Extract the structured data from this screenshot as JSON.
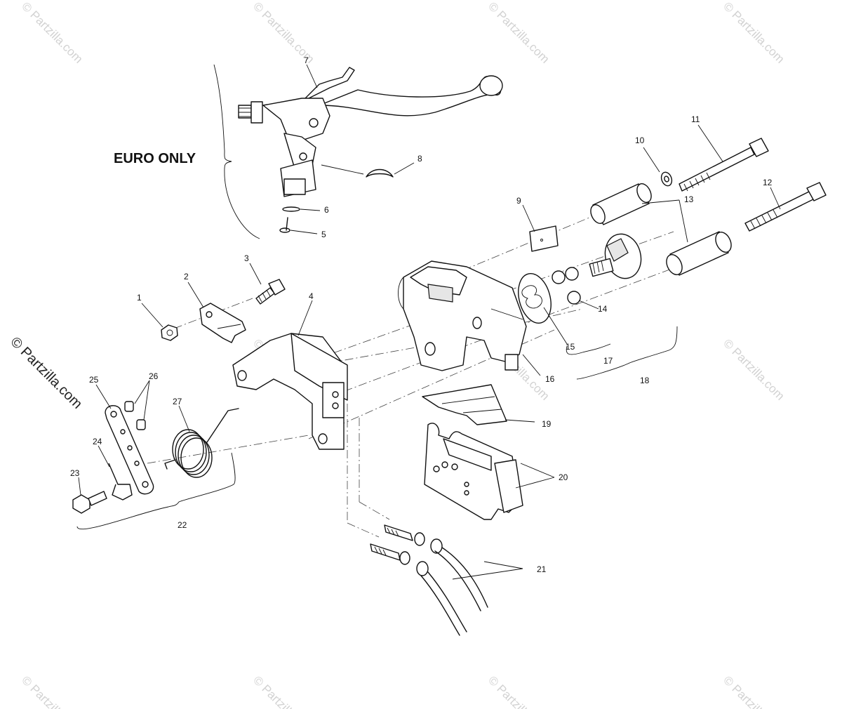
{
  "diagram": {
    "region_label": "EURO ONLY",
    "watermark_side": "© Partzilla.com",
    "watermark_tile": "© Partzilla.com",
    "callouts": [
      "1",
      "2",
      "3",
      "4",
      "5",
      "6",
      "7",
      "8",
      "9",
      "10",
      "11",
      "12",
      "13",
      "14",
      "15",
      "16",
      "17",
      "18",
      "19",
      "20",
      "21",
      "22",
      "23",
      "24",
      "25",
      "26",
      "27"
    ]
  }
}
